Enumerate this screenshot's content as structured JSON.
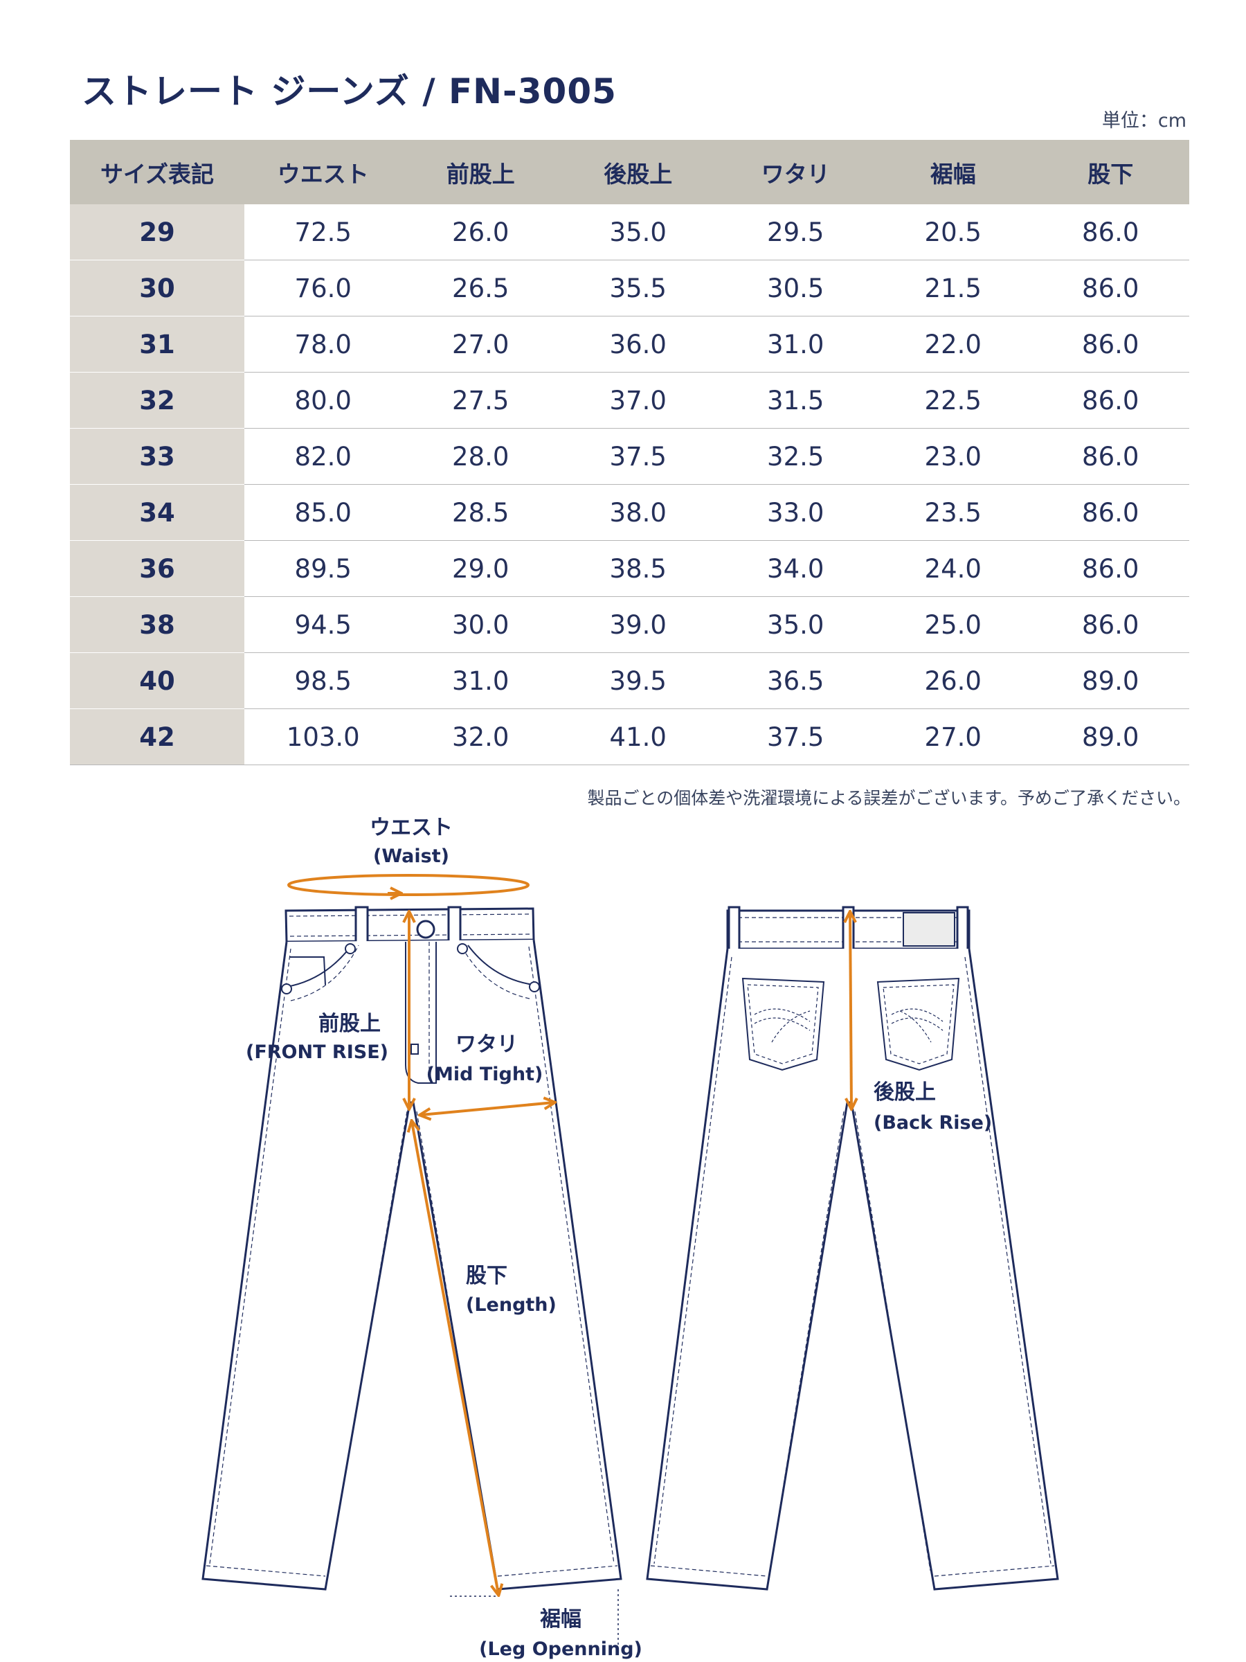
{
  "title": "ストレート ジーンズ / FN-3005",
  "unit": "単位：cm",
  "table": {
    "headers": [
      "サイズ表記",
      "ウエスト",
      "前股上",
      "後股上",
      "ワタリ",
      "裾幅",
      "股下"
    ],
    "rows": [
      [
        "29",
        "72.5",
        "26.0",
        "35.0",
        "29.5",
        "20.5",
        "86.0"
      ],
      [
        "30",
        "76.0",
        "26.5",
        "35.5",
        "30.5",
        "21.5",
        "86.0"
      ],
      [
        "31",
        "78.0",
        "27.0",
        "36.0",
        "31.0",
        "22.0",
        "86.0"
      ],
      [
        "32",
        "80.0",
        "27.5",
        "37.0",
        "31.5",
        "22.5",
        "86.0"
      ],
      [
        "33",
        "82.0",
        "28.0",
        "37.5",
        "32.5",
        "23.0",
        "86.0"
      ],
      [
        "34",
        "85.0",
        "28.5",
        "38.0",
        "33.0",
        "23.5",
        "86.0"
      ],
      [
        "36",
        "89.5",
        "29.0",
        "38.5",
        "34.0",
        "24.0",
        "86.0"
      ],
      [
        "38",
        "94.5",
        "30.0",
        "39.0",
        "35.0",
        "25.0",
        "86.0"
      ],
      [
        "40",
        "98.5",
        "31.0",
        "39.5",
        "36.5",
        "26.0",
        "89.0"
      ],
      [
        "42",
        "103.0",
        "32.0",
        "41.0",
        "37.5",
        "27.0",
        "89.0"
      ]
    ]
  },
  "note": "製品ごとの個体差や洗濯環境による誤差がございます。予めご了承ください。",
  "diagram": {
    "waist": {
      "ja": "ウエスト",
      "en": "(Waist)"
    },
    "front_rise": {
      "ja": "前股上",
      "en": "(FRONT RISE)"
    },
    "mid_tight": {
      "ja": "ワタリ",
      "en": "(Mid Tight)"
    },
    "length": {
      "ja": "股下",
      "en": "(Length)"
    },
    "leg_opening": {
      "ja": "裾幅",
      "en": "(Leg Openning)"
    },
    "back_rise": {
      "ja": "後股上",
      "en": "(Back Rise)"
    }
  },
  "colors": {
    "navy": "#1e2b5c",
    "orange": "#e0821d",
    "header_bg": "#c6c3b9",
    "size_col_bg": "#ddd9d2"
  }
}
